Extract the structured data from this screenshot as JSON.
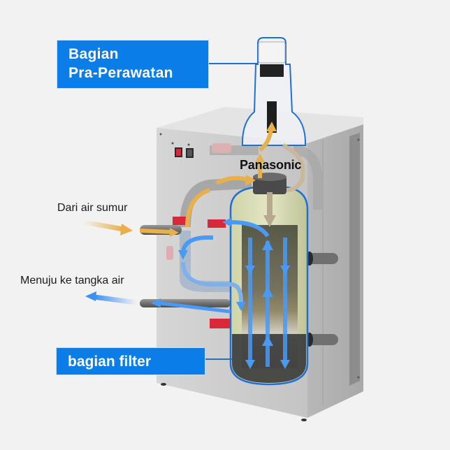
{
  "diagram": {
    "brand": "Panasonic",
    "labels": {
      "pretreatment": [
        "Bagian",
        "Pra-Perawatan"
      ],
      "filter": "bagian filter"
    },
    "captions": {
      "inlet": "Dari air sumur",
      "outlet": "Menuju ke tangka air"
    },
    "components": [
      "pre-treatment cartridge",
      "filter tank",
      "control valve",
      "inlet pipe",
      "outlet pipe",
      "cabinet",
      "switches",
      "side pipes"
    ],
    "colors": {
      "background": "#f2f2f2",
      "label_blue": "#0a7de8",
      "flow_in": "#e8b04a",
      "flow_out": "#3d8ff0",
      "outline": "#1f6fd6",
      "valve_red": "#d8283a",
      "cabinet": "#c8c8c8"
    }
  }
}
